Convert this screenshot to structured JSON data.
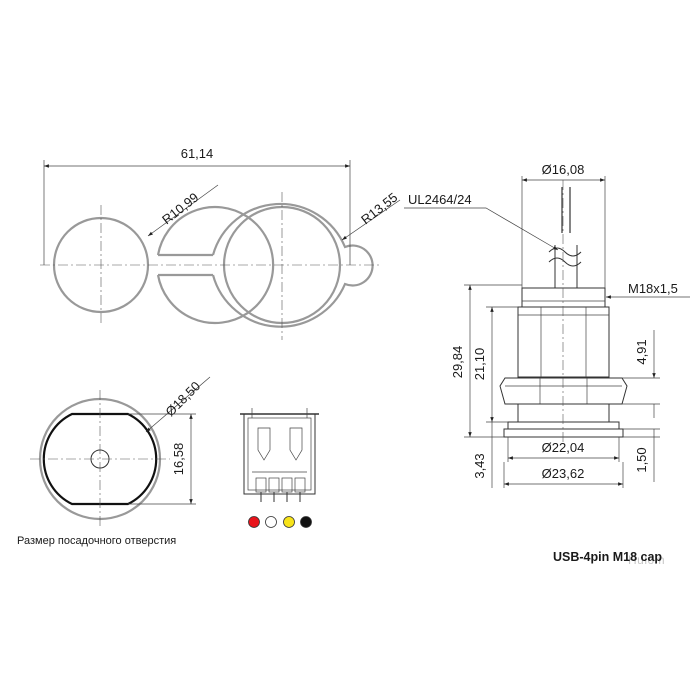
{
  "dimensions": {
    "cap_overall_width": "61,14",
    "cap_small_radius": "R10,99",
    "cap_large_radius": "R13,55",
    "cable_type": "UL2464/24",
    "top_diameter": "Ø16,08",
    "thread": "M18x1,5",
    "total_height": "29,84",
    "body_height": "21,10",
    "nut_height": "4,91",
    "flange_height": "3,43",
    "flange_step": "1,50",
    "flange_diameter": "Ø22,04",
    "base_diameter": "Ø23,62",
    "cutout_diameter": "Ø18,50",
    "cutout_flat": "16,58"
  },
  "captions": {
    "mounting_hole": "Размер посадочного отверстия",
    "product_name": "USB-4pin M18 cap",
    "brand_watermark": "Hulom"
  },
  "wire_colors": [
    "#e8141b",
    "#ffffff",
    "#f7e31a",
    "#111111"
  ]
}
